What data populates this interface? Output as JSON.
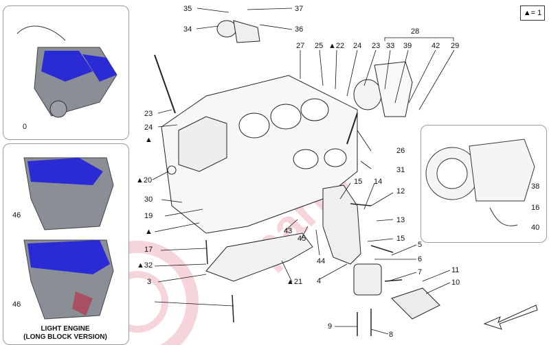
{
  "legend": {
    "symbol": "▲",
    "text": "= 1"
  },
  "caption": {
    "line1": "LIGHT ENGINE",
    "line2": "(LONG BLOCK VERSION)"
  },
  "watermark": {
    "text": "Alldata-parts · specialist"
  },
  "callouts": {
    "c35": "35",
    "c37": "37",
    "c34": "34",
    "c36": "36",
    "c28": "28",
    "c27": "27",
    "c25": "25",
    "c22": "▲22",
    "c24a": "24",
    "c23a": "23",
    "c33": "33",
    "c39": "39",
    "c42": "42",
    "c29": "29",
    "c23b": "23",
    "c24b": "24",
    "c1": "▲",
    "c0": "0",
    "c26": "26",
    "c31": "31",
    "c20": "▲20",
    "c15a": "15",
    "c14": "14",
    "c12": "12",
    "c30": "30",
    "c19": "19",
    "c1b": "▲",
    "c13": "13",
    "c43": "43",
    "c45": "45",
    "c15b": "15",
    "c5": "5",
    "c17": "17",
    "c6": "6",
    "c44": "44",
    "c32": "▲32",
    "c7": "7",
    "c11": "11",
    "c4": "4",
    "c3": "3",
    "c21": "▲21",
    "c10": "10",
    "c46a": "46",
    "c46b": "46",
    "c9": "9",
    "c8": "8",
    "c38": "38",
    "c16": "16",
    "c40": "40"
  },
  "colors": {
    "engine_highlight": "#2b2bd6",
    "engine_gray": "#8a8f96",
    "watermark_red": "#c8102e",
    "line": "#111111"
  }
}
